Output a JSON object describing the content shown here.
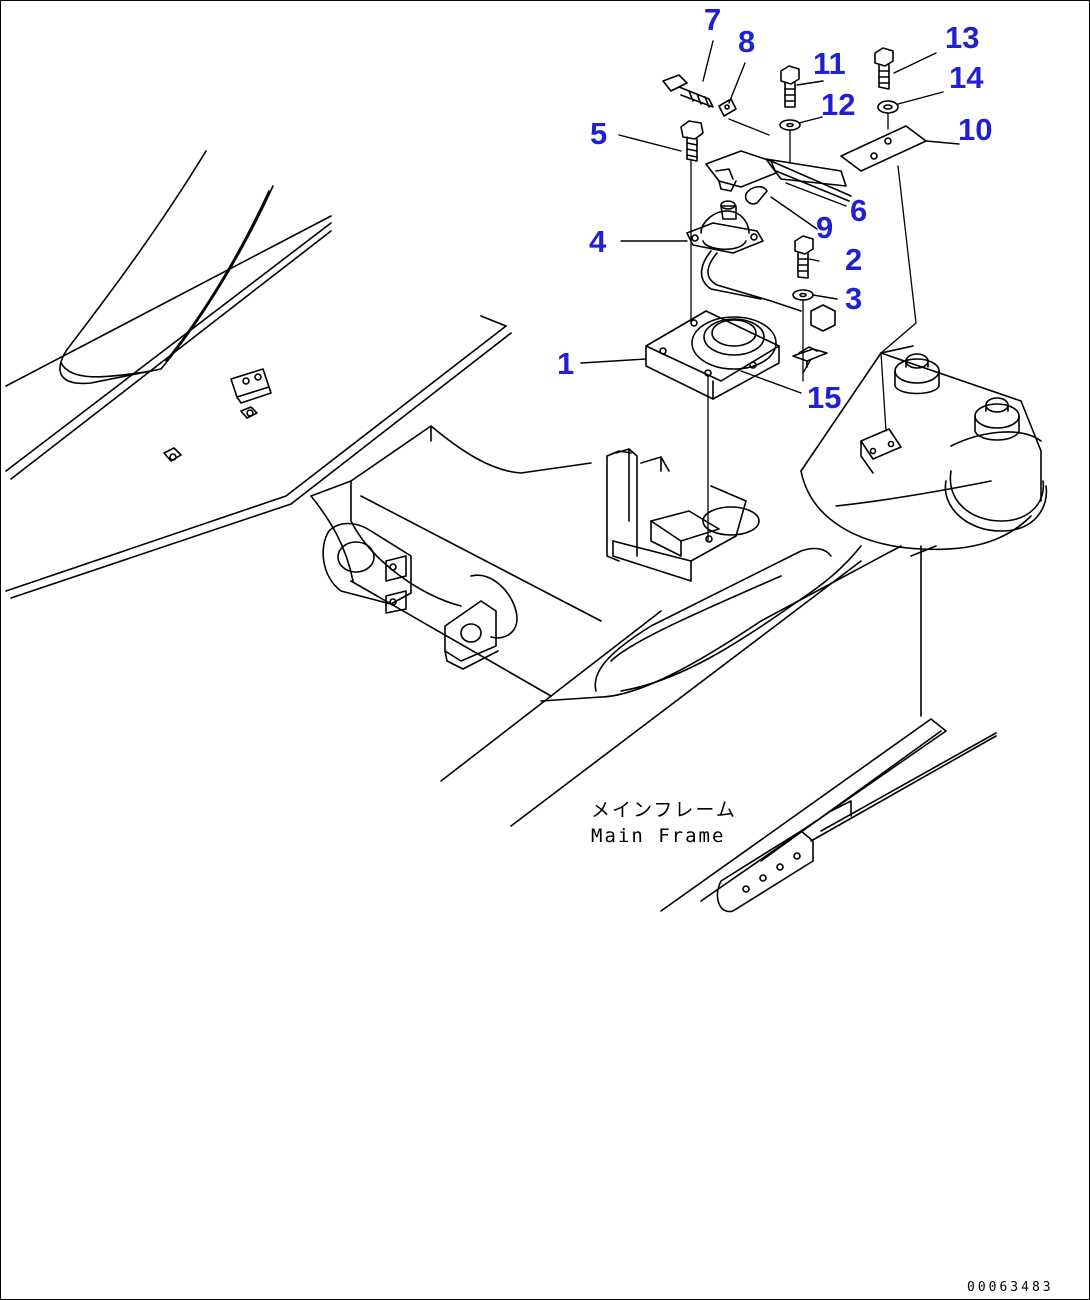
{
  "callouts": {
    "p1": "1",
    "p2": "2",
    "p3": "3",
    "p4": "4",
    "p5": "5",
    "p6": "6",
    "p7": "7",
    "p8": "8",
    "p9": "9",
    "p10": "10",
    "p11": "11",
    "p12": "12",
    "p13": "13",
    "p14": "14",
    "p15": "15"
  },
  "frame_label": {
    "japanese": "メインフレーム",
    "english": "Main Frame"
  },
  "drawing_code": "00063483",
  "colors": {
    "callout": "#1f1fd6",
    "line": "#000000",
    "background": "#ffffff"
  }
}
